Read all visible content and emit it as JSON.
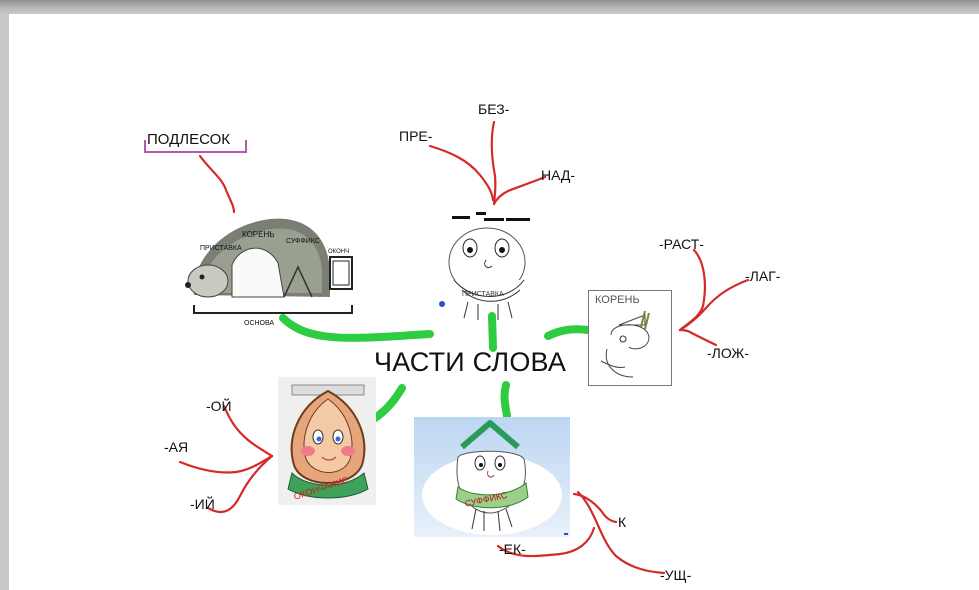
{
  "center_title": "ЧАСТИ СЛОВА",
  "prefix_words": [
    "БЕЗ-",
    "ПРЕ-",
    "НАД-"
  ],
  "root_words": [
    "-РАСТ-",
    "-ЛАГ-",
    "-ЛОЖ-"
  ],
  "ending_words": [
    "-ОЙ",
    "-АЯ",
    "-ИЙ"
  ],
  "suffix_words": [
    "К",
    "-ЕК-",
    "-УЩ-"
  ],
  "example_word": "ПОДЛЕСОК",
  "hedgehog": {
    "prefix": "ПРИСТАВКА",
    "root": "КОРЕНЬ",
    "suffix": "СУФФИКС",
    "ending": "ОКОНЧ",
    "stem": "ОСНОВА"
  },
  "prefix_figure_text": "ПРИСТАВКА",
  "root_figure_text": "КОРЕНЬ",
  "ending_figure_text": "ОКОНЧАНИЕ",
  "suffix_figure_text": "СУФФИКС",
  "colors": {
    "branch": "#d42a2a",
    "connector": "#2ecc40",
    "bracket": "#b05ab0"
  }
}
